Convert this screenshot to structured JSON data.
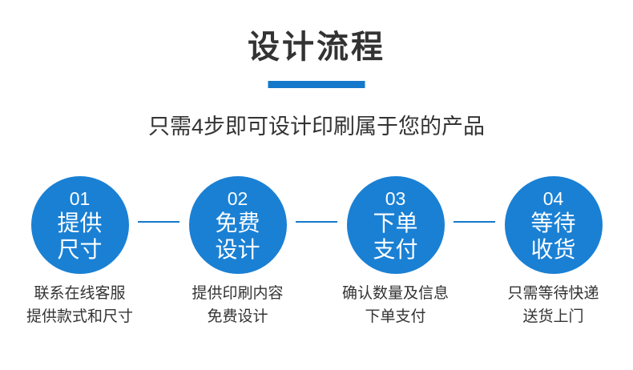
{
  "header": {
    "title": "设计流程",
    "subtitle": "只需4步即可设计印刷属于您的产品"
  },
  "steps": [
    {
      "number": "01",
      "title_lines": [
        "提供",
        "尺寸"
      ],
      "desc_lines": [
        "联系在线客服",
        "提供款式和尺寸"
      ]
    },
    {
      "number": "02",
      "title_lines": [
        "免费",
        "设计"
      ],
      "desc_lines": [
        "提供印刷内容",
        "免费设计"
      ]
    },
    {
      "number": "03",
      "title_lines": [
        "下单",
        "支付"
      ],
      "desc_lines": [
        "确认数量及信息",
        "下单支付"
      ]
    },
    {
      "number": "04",
      "title_lines": [
        "等待",
        "收货"
      ],
      "desc_lines": [
        "只需等待快递",
        "送货上门"
      ]
    }
  ],
  "colors": {
    "circle": "#1a80d4",
    "accent_bar": "#1478cb",
    "connector": "#1478cb",
    "title_text": "#333333",
    "desc_text": "#333333",
    "circle_text": "#ffffff",
    "page_bg": "#ffffff"
  }
}
